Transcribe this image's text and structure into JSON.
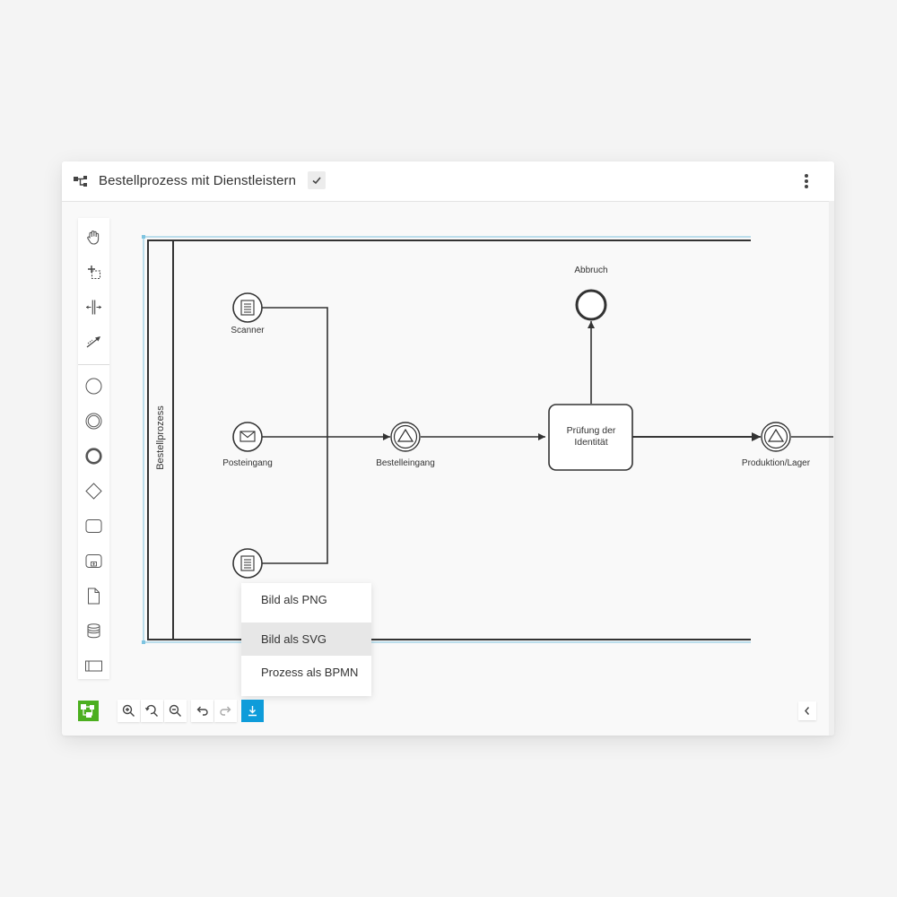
{
  "header": {
    "title": "Bestellprozess mit Dienstleistern",
    "icons": {
      "process": "process-flow-icon",
      "confirm": "check-icon",
      "more": "more-vertical-icon"
    }
  },
  "palette": {
    "tools": [
      "hand-tool-icon",
      "lasso-tool-icon",
      "space-tool-icon",
      "global-connect-icon",
      "start-event-icon",
      "intermediate-event-icon",
      "end-event-icon",
      "gateway-icon",
      "task-icon",
      "subprocess-icon",
      "data-object-icon",
      "data-store-icon",
      "pool-icon"
    ]
  },
  "diagram": {
    "pool_label": "Bestellprozess",
    "nodes": {
      "scanner": "Scanner",
      "posteingang": "Posteingang",
      "bestelleingang": "Bestelleingang",
      "pruefung": "Prüfung der Identität",
      "abbruch": "Abbruch",
      "produktion": "Produktion/Lager"
    }
  },
  "export_menu": {
    "items": [
      "Bild als PNG",
      "Bild als SVG",
      "Prozess als BPMN"
    ],
    "highlighted_index": 1
  },
  "toolbar": {
    "buttons": [
      "zoom-in-icon",
      "zoom-reset-icon",
      "zoom-out-icon",
      "undo-icon",
      "redo-icon",
      "download-icon"
    ],
    "collapse": "chevron-left-icon"
  },
  "colors": {
    "accent": "#0e9cda",
    "logo": "#4caf1f",
    "selection": "#7ec4e0",
    "stroke": "#333333"
  }
}
